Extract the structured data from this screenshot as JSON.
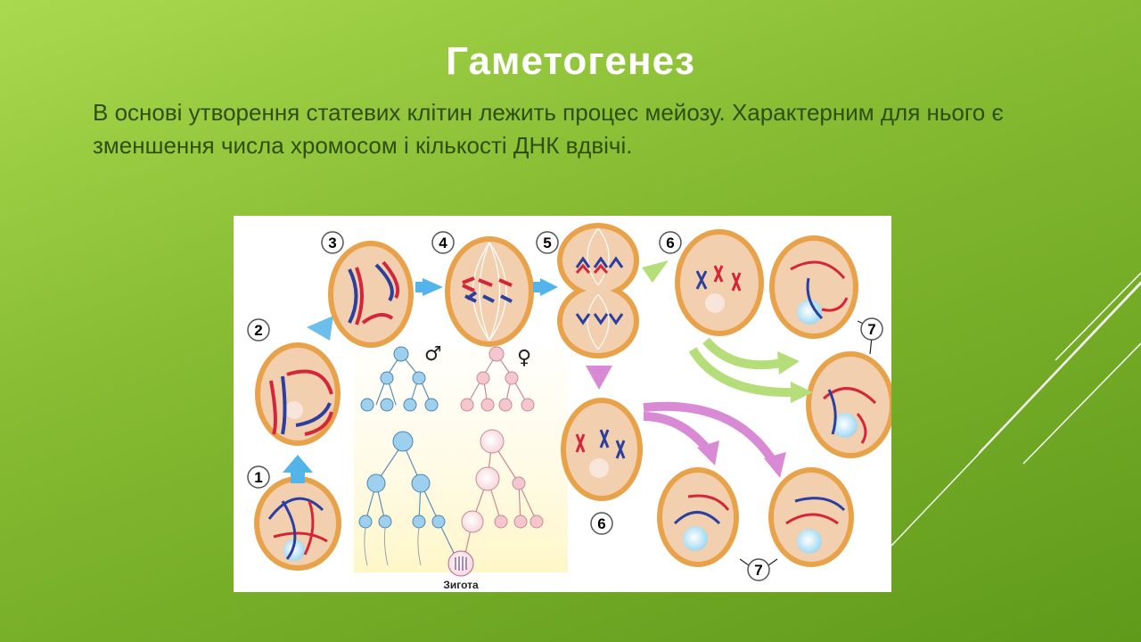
{
  "slide": {
    "title": "Гаметогенез",
    "text": "В основі утворення статевих клітин лежить процес мейозу. Характерним для нього є зменшення числа хромосом і кількості ДНК вдвічі."
  },
  "diagram": {
    "stage_labels": {
      "s1": "1",
      "s2": "2",
      "s3": "3",
      "s4": "4",
      "s5": "5",
      "s6a": "6",
      "s6b": "6",
      "s7a": "7",
      "s7b": "7"
    },
    "male_symbol": "♂",
    "female_symbol": "♀",
    "zygote_label": "Зигота"
  },
  "colors": {
    "background_light": "#a9d94e",
    "background_dark": "#5f9a1a",
    "title": "#ffffff",
    "text": "#2f4f10",
    "cell_fill": "#f2cfae",
    "cell_rim": "#e8a24a",
    "chromosome_red": "#d4263a",
    "chromosome_blue": "#2b3fa0",
    "nucleus": "#bfe6f7",
    "male_lineage": "#9dd0ee",
    "female_lineage": "#f4c7cf",
    "arrow_green": "#b5dd7a",
    "arrow_pink": "#d88ad4",
    "arrow_blue": "#52b4e8"
  }
}
